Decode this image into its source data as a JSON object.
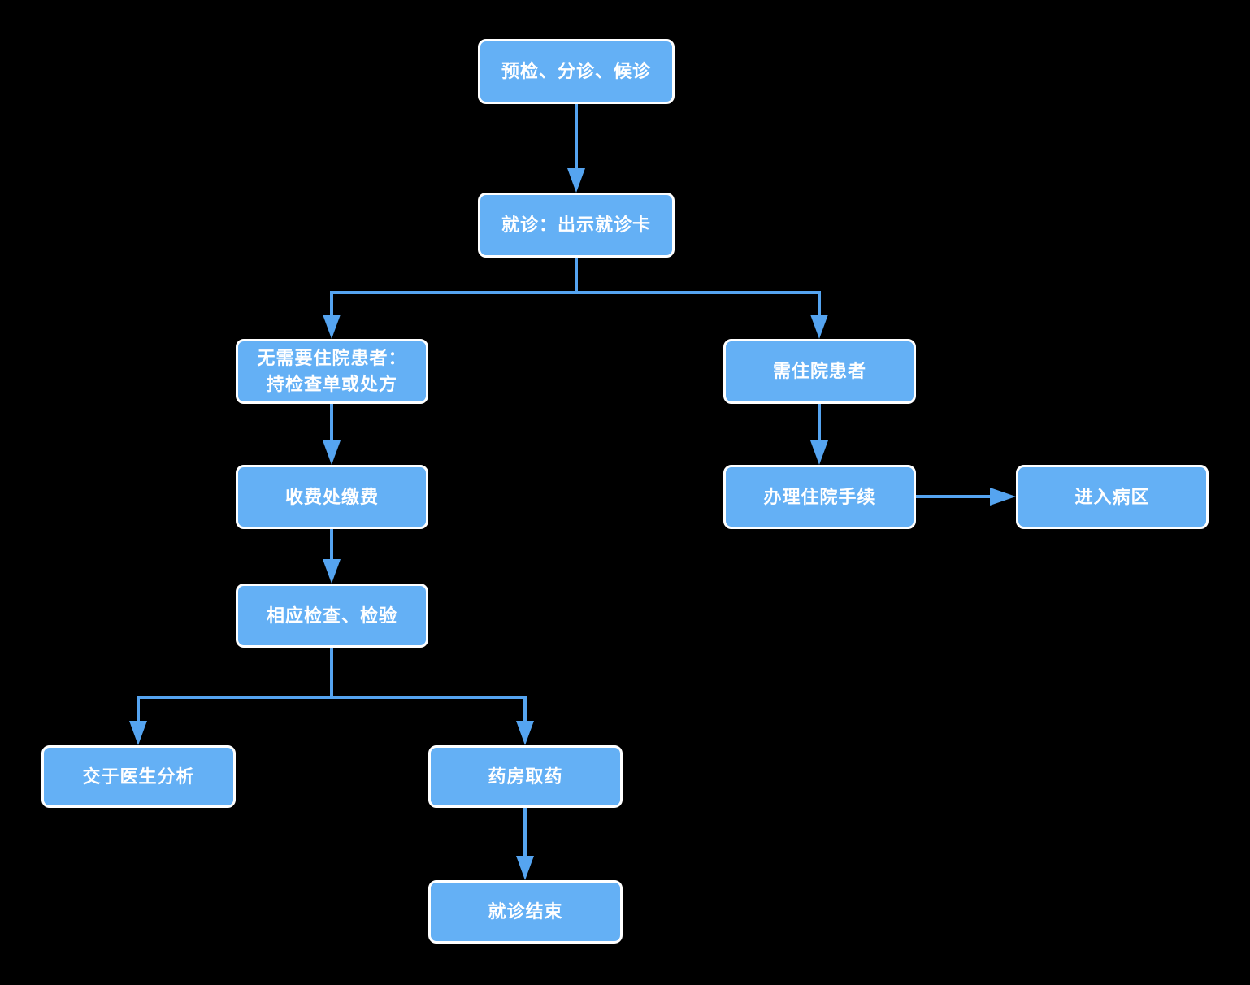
{
  "theme": {
    "bg": "#000000",
    "node_fill": "#64B0F5",
    "node_border": "#FFFFFF",
    "line": "#55A4F0",
    "text": "#FFFFFF"
  },
  "diagram": {
    "type": "flowchart",
    "nodes": [
      {
        "id": "triage",
        "label": "预检、分诊、候诊"
      },
      {
        "id": "visit",
        "label": "就诊：出示就诊卡"
      },
      {
        "id": "no-hospital",
        "label": "无需要住院患者：\n持检查单或处方"
      },
      {
        "id": "need-hospital",
        "label": "需住院患者"
      },
      {
        "id": "pay",
        "label": "收费处缴费"
      },
      {
        "id": "admission",
        "label": "办理住院手续"
      },
      {
        "id": "ward",
        "label": "进入病区"
      },
      {
        "id": "exam",
        "label": "相应检查、检验"
      },
      {
        "id": "doctor-analysis",
        "label": "交于医生分析"
      },
      {
        "id": "pharmacy",
        "label": "药房取药"
      },
      {
        "id": "end",
        "label": "就诊结束"
      }
    ],
    "edges": [
      {
        "from": "triage",
        "to": "visit"
      },
      {
        "from": "visit",
        "to": "no-hospital"
      },
      {
        "from": "visit",
        "to": "need-hospital"
      },
      {
        "from": "no-hospital",
        "to": "pay"
      },
      {
        "from": "pay",
        "to": "exam"
      },
      {
        "from": "exam",
        "to": "doctor-analysis"
      },
      {
        "from": "exam",
        "to": "pharmacy"
      },
      {
        "from": "pharmacy",
        "to": "end"
      },
      {
        "from": "need-hospital",
        "to": "admission"
      },
      {
        "from": "admission",
        "to": "ward"
      }
    ]
  }
}
